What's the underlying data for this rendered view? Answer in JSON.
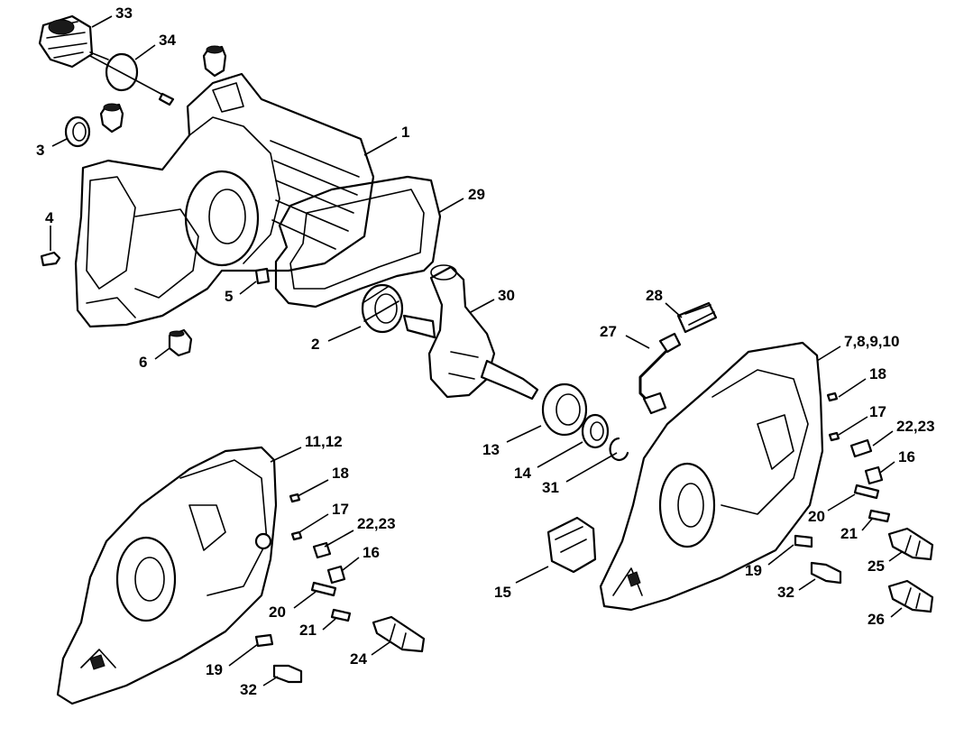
{
  "callouts": {
    "c1": "1",
    "c2": "2",
    "c3": "3",
    "c4": "4",
    "c5": "5",
    "c6": "6",
    "c7_10": "7,8,9,10",
    "c11_12": "11,12",
    "c13": "13",
    "c14": "14",
    "c15": "15",
    "c16a": "16",
    "c16b": "16",
    "c17a": "17",
    "c17b": "17",
    "c18a": "18",
    "c18b": "18",
    "c19a": "19",
    "c19b": "19",
    "c20a": "20",
    "c20b": "20",
    "c21a": "21",
    "c21b": "21",
    "c22_23a": "22,23",
    "c22_23b": "22,23",
    "c24": "24",
    "c25": "25",
    "c26": "26",
    "c27": "27",
    "c28": "28",
    "c29": "29",
    "c30": "30",
    "c31": "31",
    "c32a": "32",
    "c32b": "32",
    "c33": "33",
    "c34": "34"
  },
  "colors": {
    "line": "#000000",
    "background": "#ffffff"
  }
}
